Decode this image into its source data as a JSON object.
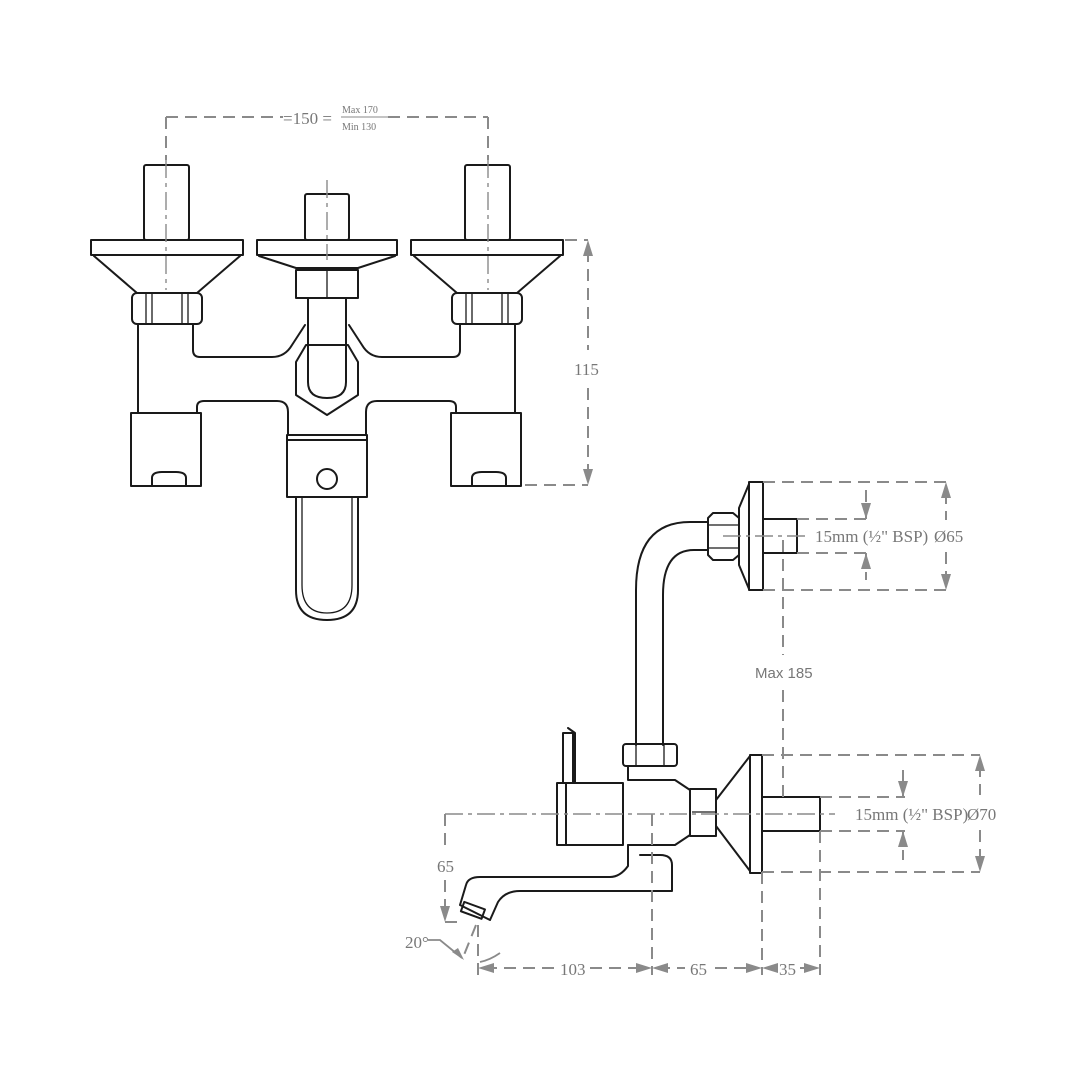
{
  "drawing": {
    "front_view": {
      "centres_label": "=150 =",
      "centres_max": "Max 170",
      "centres_min": "Min 130",
      "height_label": "115"
    },
    "side_view": {
      "top_inlet_label": "15mm (½\" BSP)",
      "top_flange_dia": "Ø65",
      "vertical_max": "Max 185",
      "bottom_inlet_label": "15mm (½\" BSP)",
      "bottom_flange_dia": "Ø70",
      "spout_height": "65",
      "spout_angle": "20°",
      "dim_spout_reach": "103",
      "dim_body": "65",
      "dim_inlet": "35"
    }
  }
}
